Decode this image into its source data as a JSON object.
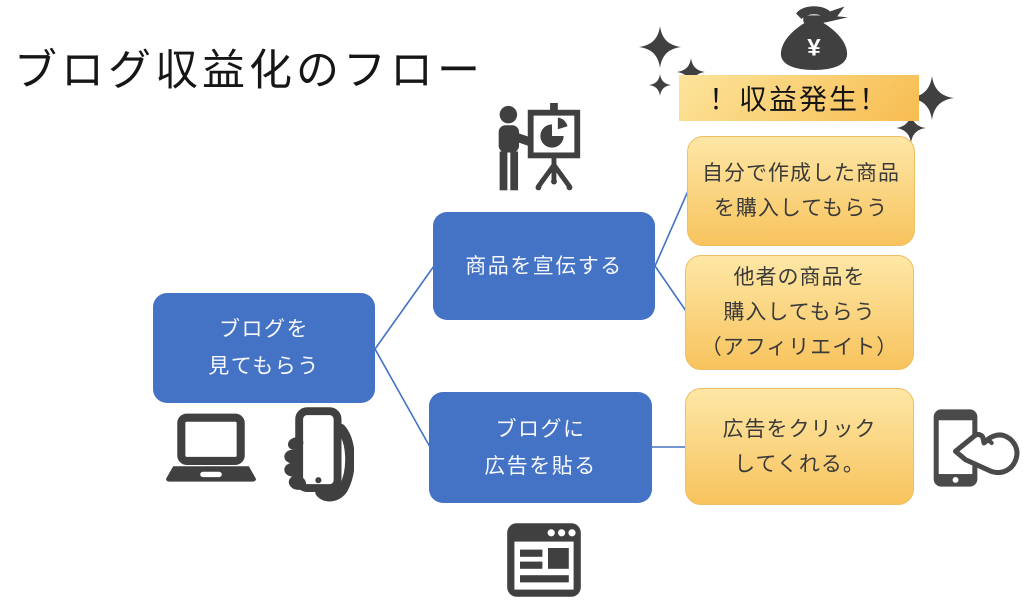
{
  "title": "ブログ収益化のフロー",
  "reward": {
    "banner_label": "！収益発生！",
    "currency_symbol": "¥"
  },
  "flow": {
    "start": {
      "label": "ブログを\n見てもらう"
    },
    "branch_promote": {
      "label": "商品を宣伝する"
    },
    "branch_ads": {
      "label": "ブログに\n広告を貼る"
    },
    "outcome_own_product": {
      "label": "自分で作成した商品\nを購入してもらう"
    },
    "outcome_affiliate": {
      "label": "他者の商品を\n購入してもらう\n（アフィリエイト）"
    },
    "outcome_click": {
      "label": "広告をクリック\nしてくれる。"
    }
  },
  "icons": {
    "money_bag": "money-bag-icon",
    "sparkles": "sparkle-icon",
    "presenter": "presenter-pie-chart-icon",
    "laptop": "laptop-icon",
    "smartphone_hand": "smartphone-in-hand-icon",
    "browser": "browser-window-icon",
    "phone_tap": "phone-tap-hand-icon"
  },
  "colors": {
    "node_blue": "#4472C4",
    "connector_blue": "#4472C4",
    "yellow_top": "#FDE7A6",
    "yellow_bottom": "#F8C35D",
    "icon_gray": "#404040",
    "text_dark": "#3A3A3A",
    "background": "#FFFFFF"
  }
}
